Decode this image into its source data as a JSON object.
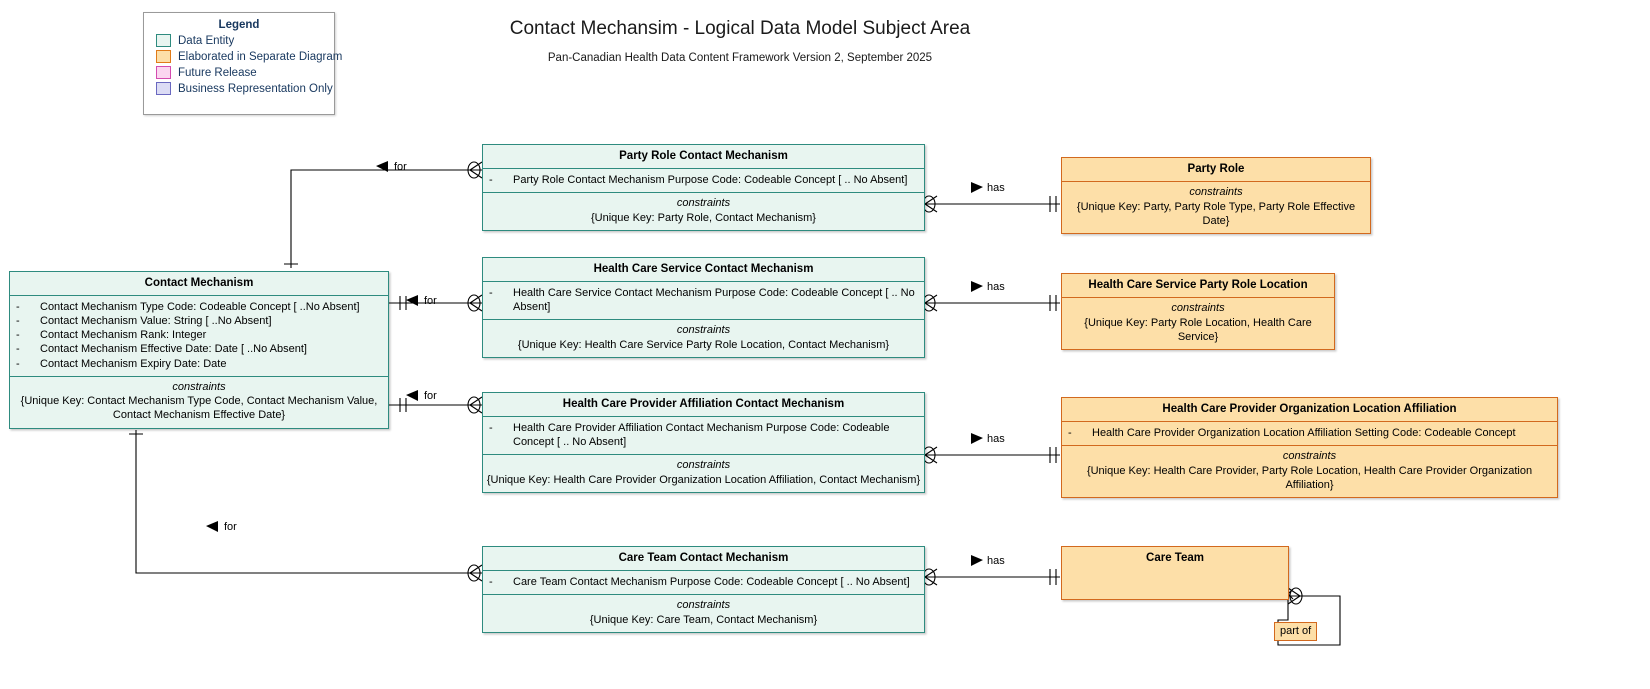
{
  "title": "Contact Mechansim - Logical Data Model Subject Area",
  "subtitle": "Pan-Canadian Health Data Content Framework Version 2, September 2025",
  "legend": {
    "title": "Legend",
    "items": [
      {
        "label": "Data Entity",
        "fill": "#e8f5f0",
        "stroke": "#2e8b7f"
      },
      {
        "label": "Elaborated in Separate Diagram",
        "fill": "#fddfa8",
        "stroke": "#e07b19"
      },
      {
        "label": "Future Release",
        "fill": "#fbd6f0",
        "stroke": "#d44bb0"
      },
      {
        "label": "Business Representation Only",
        "fill": "#dcdcf5",
        "stroke": "#6a68c0"
      }
    ]
  },
  "entities": {
    "contact_mechanism": {
      "name": "Contact Mechanism",
      "type": "data-entity",
      "attributes": [
        "Contact Mechanism Type Code: Codeable Concept [ ..No Absent]",
        "Contact Mechanism Value: String [ ..No Absent]",
        "Contact Mechanism Rank: Integer",
        "Contact Mechanism Effective Date: Date [ ..No Absent]",
        "Contact Mechanism Expiry Date: Date"
      ],
      "constraints_header": "constraints",
      "constraints": "{Unique Key: Contact Mechanism Type Code, Contact Mechanism Value, Contact Mechanism Effective Date}"
    },
    "party_role_contact_mechanism": {
      "name": "Party Role Contact Mechanism",
      "type": "data-entity",
      "attributes": [
        "Party Role Contact Mechanism Purpose Code: Codeable Concept [ .. No Absent]"
      ],
      "constraints_header": "constraints",
      "constraints": "{Unique Key: Party Role, Contact Mechanism}"
    },
    "party_role": {
      "name": "Party Role",
      "type": "elaborated",
      "attributes": [],
      "constraints_header": "constraints",
      "constraints": "{Unique Key: Party, Party Role Type, Party Role Effective Date}"
    },
    "health_care_service_contact_mechanism": {
      "name": "Health Care Service Contact Mechanism",
      "type": "data-entity",
      "attributes": [
        "Health Care Service Contact Mechanism Purpose Code: Codeable Concept [ .. No Absent]"
      ],
      "constraints_header": "constraints",
      "constraints": "{Unique Key: Health Care Service Party Role Location, Contact Mechanism}"
    },
    "health_care_service_party_role_location": {
      "name": "Health Care Service Party Role Location",
      "type": "elaborated",
      "attributes": [],
      "constraints_header": "constraints",
      "constraints": "{Unique Key: Party Role Location, Health Care Service}"
    },
    "health_care_provider_affiliation_contact_mechanism": {
      "name": "Health Care Provider Affiliation Contact Mechanism",
      "type": "data-entity",
      "attributes": [
        "Health Care Provider Affiliation Contact Mechanism Purpose Code: Codeable Concept [ .. No Absent]"
      ],
      "constraints_header": "constraints",
      "constraints": "{Unique Key: Health Care Provider Organization Location Affiliation, Contact Mechanism}"
    },
    "health_care_provider_organization_location_affiliation": {
      "name": "Health Care Provider Organization Location Affiliation",
      "type": "elaborated",
      "attributes": [
        "Health Care Provider Organization Location Affiliation Setting Code: Codeable Concept"
      ],
      "constraints_header": "constraints",
      "constraints": "{Unique Key: Health Care Provider, Party Role Location, Health Care Provider Organization Affiliation}"
    },
    "care_team_contact_mechanism": {
      "name": "Care Team Contact Mechanism",
      "type": "data-entity",
      "attributes": [
        "Care Team Contact Mechanism Purpose Code: Codeable Concept [ .. No Absent]"
      ],
      "constraints_header": "constraints",
      "constraints": "{Unique Key: Care Team, Contact Mechanism}"
    },
    "care_team": {
      "name": "Care Team",
      "type": "elaborated",
      "attributes": [],
      "constraints_header": "",
      "constraints": ""
    }
  },
  "relationships": {
    "for_party_role": "for",
    "for_health_care_service": "for",
    "for_health_care_provider_affiliation": "for",
    "for_care_team": "for",
    "has_party_role": "has",
    "has_health_care_service_party_role_location": "has",
    "has_health_care_provider_org_loc_affiliation": "has",
    "has_care_team": "has",
    "part_of": "part of"
  },
  "colors": {
    "entity_fill": "#e8f5f0",
    "entity_stroke": "#2e8b7f",
    "elaborated_fill": "#fddfa8",
    "elaborated_stroke": "#d2691e",
    "legend_text": "#17375e",
    "line": "#000000"
  }
}
